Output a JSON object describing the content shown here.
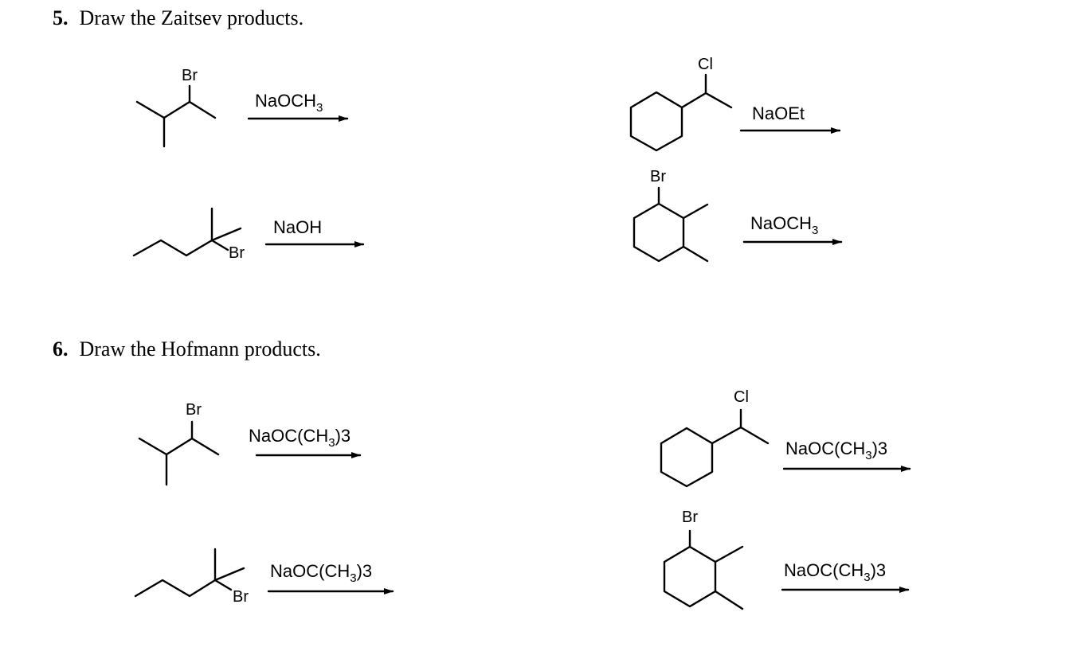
{
  "q5": {
    "number": "5.",
    "title": "Draw the Zaitsev products."
  },
  "q6": {
    "number": "6.",
    "title": "Draw the Hofmann products."
  },
  "labels": {
    "br": "Br",
    "cl": "Cl"
  },
  "reagents": {
    "r5a": {
      "main": "NaOCH",
      "sub": "3",
      "tail": ""
    },
    "r5b": {
      "main": "NaOH",
      "sub": "",
      "tail": ""
    },
    "r5c": {
      "main": "NaOEt",
      "sub": "",
      "tail": ""
    },
    "r5d": {
      "main": "NaOCH",
      "sub": "3",
      "tail": ""
    },
    "r6a": {
      "main": "NaOC(CH",
      "sub": "3",
      "tail": ")3"
    },
    "r6b": {
      "main": "NaOC(CH",
      "sub": "3",
      "tail": ")3"
    },
    "r6c": {
      "main": "NaOC(CH",
      "sub": "3",
      "tail": ")3"
    },
    "r6d": {
      "main": "NaOC(CH",
      "sub": "3",
      "tail": ")3"
    }
  },
  "colors": {
    "ink": "#000000",
    "background": "#ffffff"
  }
}
